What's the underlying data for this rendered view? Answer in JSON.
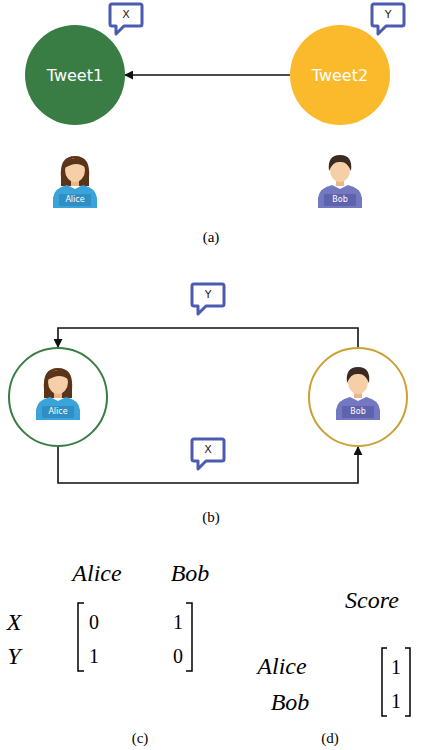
{
  "diagram": {
    "nodes": [
      {
        "text": [
          "X"
        ]
      },
      {
        "text": [
          "Y"
        ]
      },
      {
        "text": [
          "Tweet1"
        ]
      },
      {
        "text": [
          "Tweet2"
        ]
      },
      {
        "text": [
          "Alice"
        ]
      },
      {
        "text": [
          "Bob"
        ]
      },
      {
        "text": [
          "Alice"
        ]
      },
      {
        "text": [
          "Bob"
        ]
      }
    ],
    "edges": [
      {
        "from": 3,
        "to": 2,
        "arrow": "to"
      },
      {
        "from": 7,
        "to": 6,
        "label": "Y",
        "arrow": "to"
      },
      {
        "from": 6,
        "to": 7,
        "label": "X",
        "arrow": "to"
      }
    ],
    "labels": [
      "(a)",
      "(b)",
      "Alice",
      "Bob",
      "Score",
      "X",
      "0",
      "1",
      "Y",
      "1",
      "0",
      "Alice",
      "1",
      "Bob",
      "1",
      "(c)",
      "(d)"
    ]
  }
}
